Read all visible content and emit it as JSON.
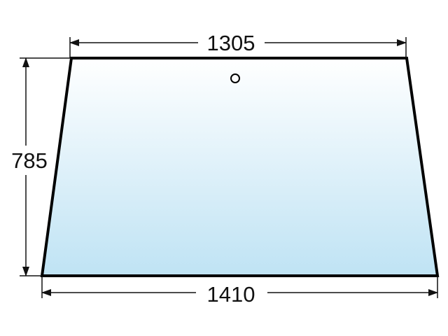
{
  "dimensions": {
    "top_width": "1305",
    "bottom_width": "1410",
    "height": "785"
  },
  "colors": {
    "glass_top": "#ffffff",
    "glass_bottom": "#bfe3f4",
    "outline": "#000000",
    "dimension_line": "#111111"
  },
  "parts": {
    "panel": "trapezoid-glass-panel",
    "hole": "mounting-hole"
  }
}
